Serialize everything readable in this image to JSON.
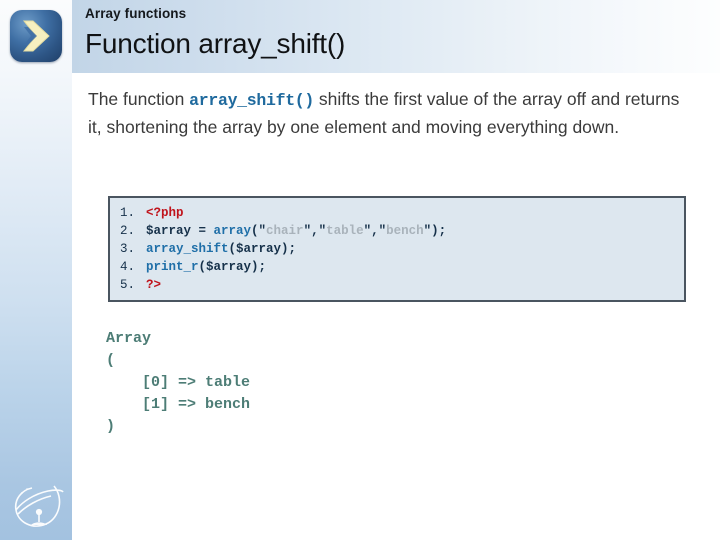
{
  "header": {
    "kicker": "Array functions",
    "title": "Function array_shift()",
    "logo_icon": "chevron-right-tile-icon",
    "band_color_left": "#c2d5e7",
    "band_color_right": "#fdfefe"
  },
  "sidebar": {
    "gradient_top": "#fbfcfd",
    "gradient_bottom": "#a3c2e0",
    "watermark_icon": "satellite-dish-orbit-icon"
  },
  "body": {
    "paragraph": {
      "part1": "The function ",
      "code": "array_shift()",
      "part2": " shifts the first value of the array off and returns it, shortening the array by one element and moving everything down."
    }
  },
  "code_block": {
    "border_color": "#4a5560",
    "background": "#dde7ef",
    "lines": [
      {
        "number": "1.",
        "text": "<?php"
      },
      {
        "number": "2.",
        "text": "$array = array(\"chair\",\"table\",\"bench\");"
      },
      {
        "number": "3.",
        "text": "array_shift($array);"
      },
      {
        "number": "4.",
        "text": "print_r($array);"
      },
      {
        "number": "5.",
        "text": "?>"
      }
    ],
    "tokens": {
      "line1_tag": "<?php",
      "line2_var": "$array = ",
      "line2_fn": "array",
      "line2_open": "(\"",
      "line2_str1": "chair",
      "line2_sep1": "\",\"",
      "line2_str2": "table",
      "line2_sep2": "\",\"",
      "line2_str3": "bench",
      "line2_close": "\");",
      "line3_fn": "array_shift",
      "line3_rest": "($array);",
      "line4_fn": "print_r",
      "line4_rest": "($array);",
      "line5_tag": "?>"
    }
  },
  "output_block": {
    "color": "#4d7d76",
    "lines": [
      "Array",
      "(",
      "    [0] => table",
      "    [1] => bench",
      ")"
    ],
    "text": "Array\n(\n    [0] => table\n    [1] => bench\n)"
  }
}
